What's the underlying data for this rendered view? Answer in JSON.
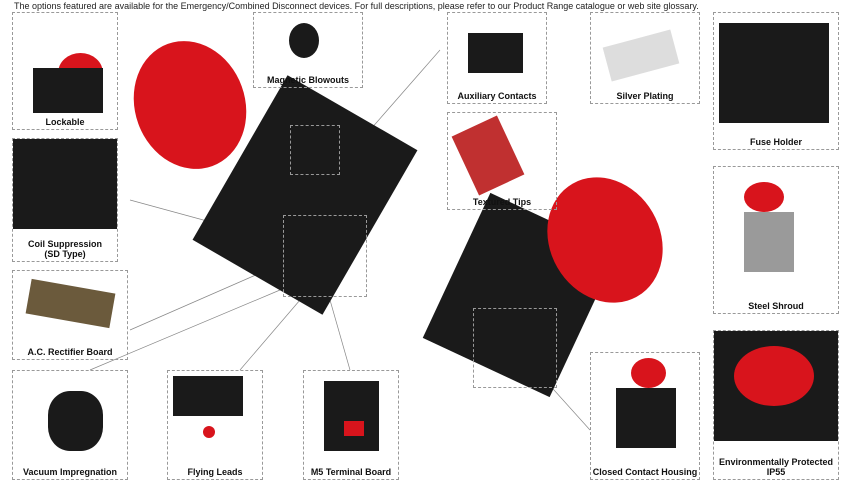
{
  "header": {
    "note": "The options featured are available for the Emergency/Combined Disconnect devices. For full descriptions, please refer to our Product Range catalogue or web site glossary."
  },
  "options": [
    {
      "label": "Lockable"
    },
    {
      "label": "Magnetic Blowouts"
    },
    {
      "label": "Auxiliary Contacts"
    },
    {
      "label": "Silver Plating"
    },
    {
      "label": "Fuse Holder"
    },
    {
      "label": "Textured Tips"
    },
    {
      "label": "Coil Suppression\n(SD Type)"
    },
    {
      "label": "Steel Shroud"
    },
    {
      "label": "A.C. Rectifier Board"
    },
    {
      "label": "Vacuum Impregnation"
    },
    {
      "label": "Flying Leads"
    },
    {
      "label": "M5 Terminal Board"
    },
    {
      "label": "Closed Contact Housing"
    },
    {
      "label": "Environmentally Protected IP55"
    }
  ],
  "colors": {
    "accent": "#d8141c",
    "body": "#1a1a1a"
  }
}
